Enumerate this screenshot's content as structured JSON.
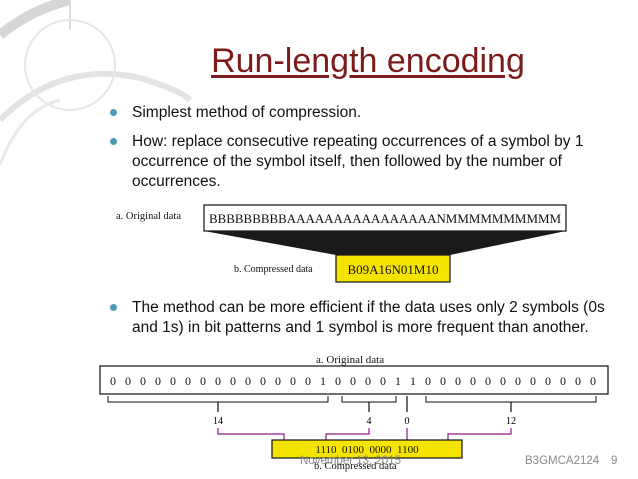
{
  "title": "Run-length encoding",
  "bullets": [
    "Simplest method of compression.",
    "How: replace consecutive repeating occurrences of a symbol by 1 occurrence of the symbol itself, then followed by the number of occurrences.",
    "The method can be more efficient if the data uses only 2 symbols (0s and 1s) in bit patterns and 1 symbol is more frequent than another."
  ],
  "figure1": {
    "original_label": "a. Original data",
    "original_value": "BBBBBBBBBAAAAAAAAAAAAAAAANMMMMMMMMMM",
    "compressed_label": "b. Compressed data",
    "compressed_value": "B09A16N01M10"
  },
  "figure2": {
    "original_label": "a. Original data",
    "bits": "0 0 0 0 0 0 0 0 0 0 0 0 0 0 1 0 0 0 0 1 1 0 0 0 0 0 0 0 0 0 0 0 0",
    "counts": [
      "14",
      "4",
      "0",
      "12"
    ],
    "compressed_value": "1110  0100  0000  1100",
    "compressed_label": "b. Compressed data"
  },
  "footer": {
    "date": "November 13, 2015",
    "course": "B3GMCA2124",
    "page": "9"
  },
  "colors": {
    "title": "#7b1b1b",
    "bullet": "#4a9ab6",
    "highlight": "#f5e400",
    "arrow": "#8b1a8b"
  }
}
